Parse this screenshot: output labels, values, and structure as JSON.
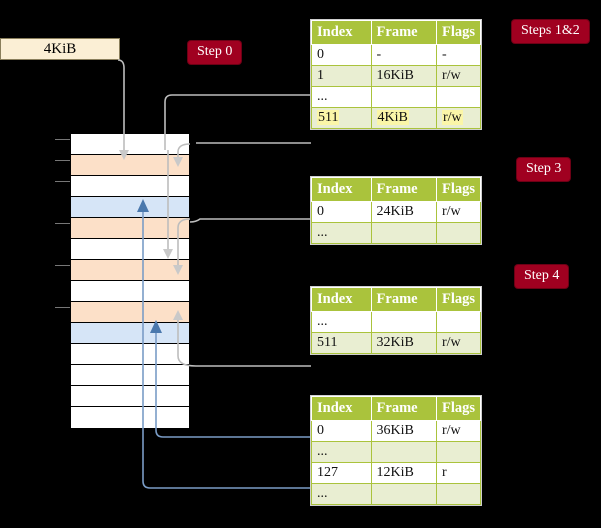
{
  "diagram": {
    "title_source_box": "4KiB",
    "badges": [
      {
        "name": "step-0",
        "label": "Step 0"
      },
      {
        "name": "steps-1-2",
        "label": "Steps 1&2"
      },
      {
        "name": "step-3",
        "label": "Step 3"
      },
      {
        "name": "step-4",
        "label": "Step 4"
      }
    ],
    "colors": {
      "badge_bg": "#a00020",
      "table_header_bg": "#aac33c",
      "table_alt_row_bg": "#e9eed2",
      "highlight": "#fbf6a8",
      "mem_orange": "#fce0c8",
      "mem_blue": "#d6e5f7",
      "source_box_bg": "#fbefd5",
      "wire_gray": "#bdbdbd",
      "wire_blue": "#7a9cc6"
    },
    "memory_rows": [
      {
        "fill": "white"
      },
      {
        "fill": "orange"
      },
      {
        "fill": "white"
      },
      {
        "fill": "blue"
      },
      {
        "fill": "orange"
      },
      {
        "fill": "white"
      },
      {
        "fill": "orange"
      },
      {
        "fill": "white"
      },
      {
        "fill": "orange"
      },
      {
        "fill": "blue"
      },
      {
        "fill": "white"
      },
      {
        "fill": "white"
      },
      {
        "fill": "white"
      },
      {
        "fill": "white"
      }
    ]
  },
  "tables": [
    {
      "name": "page-table-level-1",
      "headers": [
        "Index",
        "Frame",
        "Flags"
      ],
      "rows": [
        {
          "style": "plain",
          "cells": [
            "0",
            "-",
            "-"
          ],
          "highlight": false
        },
        {
          "style": "alt",
          "cells": [
            "1",
            "16KiB",
            "r/w"
          ],
          "highlight": false
        },
        {
          "style": "plain",
          "cells": [
            "...",
            "",
            ""
          ],
          "highlight": false
        },
        {
          "style": "alt",
          "cells": [
            "511",
            "4KiB",
            "r/w"
          ],
          "highlight": true
        }
      ]
    },
    {
      "name": "page-table-level-2",
      "headers": [
        "Index",
        "Frame",
        "Flags"
      ],
      "rows": [
        {
          "style": "plain",
          "cells": [
            "0",
            "24KiB",
            "r/w"
          ],
          "highlight": false
        },
        {
          "style": "alt",
          "cells": [
            "...",
            "",
            ""
          ],
          "highlight": false
        }
      ]
    },
    {
      "name": "page-table-level-3",
      "headers": [
        "Index",
        "Frame",
        "Flags"
      ],
      "rows": [
        {
          "style": "plain",
          "cells": [
            "...",
            "",
            ""
          ],
          "highlight": false
        },
        {
          "style": "alt",
          "cells": [
            "511",
            "32KiB",
            "r/w"
          ],
          "highlight": false
        }
      ]
    },
    {
      "name": "page-table-level-4",
      "headers": [
        "Index",
        "Frame",
        "Flags"
      ],
      "rows": [
        {
          "style": "plain",
          "cells": [
            "0",
            "36KiB",
            "r/w"
          ],
          "highlight": false
        },
        {
          "style": "alt",
          "cells": [
            "...",
            "",
            ""
          ],
          "highlight": false
        },
        {
          "style": "plain",
          "cells": [
            "127",
            "12KiB",
            "r"
          ],
          "highlight": false
        },
        {
          "style": "alt",
          "cells": [
            "...",
            "",
            ""
          ],
          "highlight": false
        }
      ]
    }
  ]
}
